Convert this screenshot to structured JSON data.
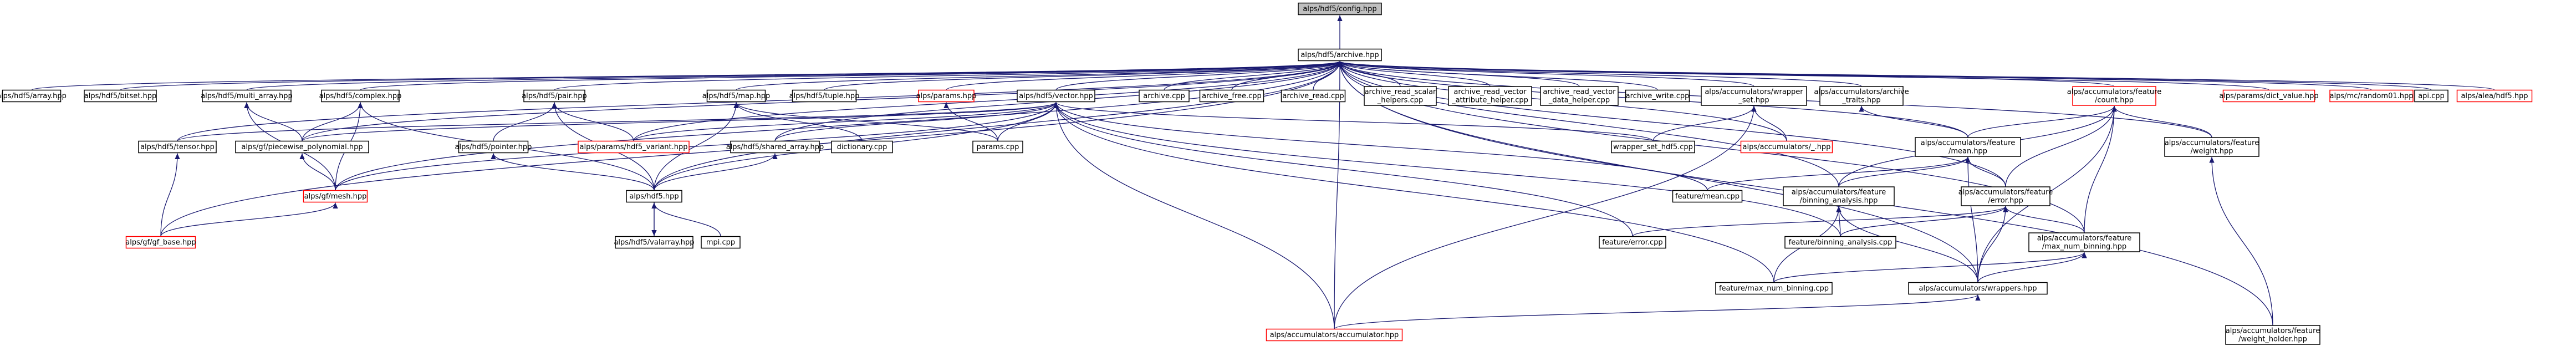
{
  "graph_title": "",
  "edge_color": "#191970",
  "highlight_color": "#ff0000",
  "root_fill": "#bfbfbf",
  "nodes": [
    {
      "id": "config",
      "lines": [
        "alps/hdf5/config.hpp"
      ],
      "style": "root"
    },
    {
      "id": "archive",
      "lines": [
        "alps/hdf5/archive.hpp"
      ],
      "style": "normal"
    },
    {
      "id": "array",
      "lines": [
        "alps/hdf5/array.hpp"
      ],
      "style": "normal"
    },
    {
      "id": "bitset",
      "lines": [
        "alps/hdf5/bitset.hpp"
      ],
      "style": "normal"
    },
    {
      "id": "multi_array",
      "lines": [
        "alps/hdf5/multi_array.hpp"
      ],
      "style": "normal"
    },
    {
      "id": "complex",
      "lines": [
        "alps/hdf5/complex.hpp"
      ],
      "style": "normal"
    },
    {
      "id": "pair",
      "lines": [
        "alps/hdf5/pair.hpp"
      ],
      "style": "normal"
    },
    {
      "id": "map",
      "lines": [
        "alps/hdf5/map.hpp"
      ],
      "style": "normal"
    },
    {
      "id": "tuple",
      "lines": [
        "alps/hdf5/tuple.hpp"
      ],
      "style": "normal"
    },
    {
      "id": "params",
      "lines": [
        "alps/params.hpp"
      ],
      "style": "red"
    },
    {
      "id": "vector",
      "lines": [
        "alps/hdf5/vector.hpp"
      ],
      "style": "normal"
    },
    {
      "id": "archive_cpp",
      "lines": [
        "archive.cpp"
      ],
      "style": "normal"
    },
    {
      "id": "archive_free",
      "lines": [
        "archive_free.cpp"
      ],
      "style": "normal"
    },
    {
      "id": "archive_read",
      "lines": [
        "archive_read.cpp"
      ],
      "style": "normal"
    },
    {
      "id": "archive_read_scalar",
      "lines": [
        "archive_read_scalar",
        "_helpers.cpp"
      ],
      "style": "normal"
    },
    {
      "id": "archive_read_vector_attr",
      "lines": [
        "archive_read_vector",
        "_attribute_helper.cpp"
      ],
      "style": "normal"
    },
    {
      "id": "archive_read_vector_data",
      "lines": [
        "archive_read_vector",
        "_data_helper.cpp"
      ],
      "style": "normal"
    },
    {
      "id": "archive_write",
      "lines": [
        "archive_write.cpp"
      ],
      "style": "normal"
    },
    {
      "id": "acc_wrapper_set",
      "lines": [
        "alps/accumulators/wrapper",
        "_set.hpp"
      ],
      "style": "normal"
    },
    {
      "id": "acc_archive_traits",
      "lines": [
        "alps/accumulators/archive",
        "_traits.hpp"
      ],
      "style": "normal"
    },
    {
      "id": "acc_feature_count",
      "lines": [
        "alps/accumulators/feature",
        "/count.hpp"
      ],
      "style": "red"
    },
    {
      "id": "dict_value",
      "lines": [
        "alps/params/dict_value.hpp"
      ],
      "style": "red"
    },
    {
      "id": "mc_random01",
      "lines": [
        "alps/mc/random01.hpp"
      ],
      "style": "red"
    },
    {
      "id": "api_cpp",
      "lines": [
        "api.cpp"
      ],
      "style": "normal"
    },
    {
      "id": "alea_hdf5",
      "lines": [
        "alps/alea/hdf5.hpp"
      ],
      "style": "red"
    },
    {
      "id": "tensor",
      "lines": [
        "alps/hdf5/tensor.hpp"
      ],
      "style": "normal"
    },
    {
      "id": "piecewise_polynomial",
      "lines": [
        "alps/gf/piecewise_polynomial.hpp"
      ],
      "style": "normal"
    },
    {
      "id": "hdf5_pointer",
      "lines": [
        "alps/hdf5/pointer.hpp"
      ],
      "style": "normal"
    },
    {
      "id": "params_hdf5_variant",
      "lines": [
        "alps/params/hdf5_variant.hpp"
      ],
      "style": "red"
    },
    {
      "id": "shared_array",
      "lines": [
        "alps/hdf5/shared_array.hpp"
      ],
      "style": "normal"
    },
    {
      "id": "dictionary_cpp",
      "lines": [
        "dictionary.cpp"
      ],
      "style": "normal"
    },
    {
      "id": "params_cpp",
      "lines": [
        "params.cpp"
      ],
      "style": "normal"
    },
    {
      "id": "wrapper_set_hdf5",
      "lines": [
        "wrapper_set_hdf5.cpp"
      ],
      "style": "normal"
    },
    {
      "id": "acc_underscore",
      "lines": [
        "alps/accumulators/_.hpp"
      ],
      "style": "red"
    },
    {
      "id": "acc_feature_mean",
      "lines": [
        "alps/accumulators/feature",
        "/mean.hpp"
      ],
      "style": "normal"
    },
    {
      "id": "acc_feature_weight",
      "lines": [
        "alps/accumulators/feature",
        "/weight.hpp"
      ],
      "style": "normal"
    },
    {
      "id": "gf_mesh",
      "lines": [
        "alps/gf/mesh.hpp"
      ],
      "style": "red"
    },
    {
      "id": "hdf5_hpp",
      "lines": [
        "alps/hdf5.hpp"
      ],
      "style": "normal"
    },
    {
      "id": "feature_mean_cpp",
      "lines": [
        "feature/mean.cpp"
      ],
      "style": "normal"
    },
    {
      "id": "acc_binning_analysis",
      "lines": [
        "alps/accumulators/feature",
        "/binning_analysis.hpp"
      ],
      "style": "normal"
    },
    {
      "id": "acc_feature_error",
      "lines": [
        "alps/accumulators/feature",
        "/error.hpp"
      ],
      "style": "normal"
    },
    {
      "id": "gf_base",
      "lines": [
        "alps/gf/gf_base.hpp"
      ],
      "style": "red"
    },
    {
      "id": "valarray",
      "lines": [
        "alps/hdf5/valarray.hpp"
      ],
      "style": "normal"
    },
    {
      "id": "mpi_cpp",
      "lines": [
        "mpi.cpp"
      ],
      "style": "normal"
    },
    {
      "id": "feature_error_cpp",
      "lines": [
        "feature/error.cpp"
      ],
      "style": "normal"
    },
    {
      "id": "feature_binning_cpp",
      "lines": [
        "feature/binning_analysis.cpp"
      ],
      "style": "normal"
    },
    {
      "id": "acc_max_num_binning",
      "lines": [
        "alps/accumulators/feature",
        "/max_num_binning.hpp"
      ],
      "style": "normal"
    },
    {
      "id": "feature_max_num_binning_cpp",
      "lines": [
        "feature/max_num_binning.cpp"
      ],
      "style": "normal"
    },
    {
      "id": "acc_wrappers",
      "lines": [
        "alps/accumulators/wrappers.hpp"
      ],
      "style": "normal"
    },
    {
      "id": "acc_accumulator",
      "lines": [
        "alps/accumulators/accumulator.hpp"
      ],
      "style": "red"
    },
    {
      "id": "acc_weight_holder",
      "lines": [
        "alps/accumulators/feature",
        "/weight_holder.hpp"
      ],
      "style": "normal"
    }
  ],
  "edges": [
    [
      "archive",
      "config"
    ],
    [
      "array",
      "archive"
    ],
    [
      "bitset",
      "archive"
    ],
    [
      "multi_array",
      "archive"
    ],
    [
      "complex",
      "archive"
    ],
    [
      "pair",
      "archive"
    ],
    [
      "map",
      "archive"
    ],
    [
      "tuple",
      "archive"
    ],
    [
      "params",
      "archive"
    ],
    [
      "vector",
      "archive"
    ],
    [
      "archive_cpp",
      "archive"
    ],
    [
      "archive_free",
      "archive"
    ],
    [
      "archive_read",
      "archive"
    ],
    [
      "archive_read_scalar",
      "archive"
    ],
    [
      "archive_read_vector_attr",
      "archive"
    ],
    [
      "archive_read_vector_data",
      "archive"
    ],
    [
      "archive_write",
      "archive"
    ],
    [
      "acc_wrapper_set",
      "archive"
    ],
    [
      "acc_archive_traits",
      "archive"
    ],
    [
      "acc_feature_count",
      "archive"
    ],
    [
      "dict_value",
      "archive"
    ],
    [
      "mc_random01",
      "archive"
    ],
    [
      "api_cpp",
      "archive"
    ],
    [
      "alea_hdf5",
      "archive"
    ],
    [
      "tensor",
      "archive"
    ],
    [
      "piecewise_polynomial",
      "archive"
    ],
    [
      "gf_mesh",
      "archive"
    ],
    [
      "gf_base",
      "archive"
    ],
    [
      "hdf5_hpp",
      "archive"
    ],
    [
      "params_hdf5_variant",
      "archive"
    ],
    [
      "shared_array",
      "archive"
    ],
    [
      "acc_underscore",
      "archive"
    ],
    [
      "acc_feature_mean",
      "archive"
    ],
    [
      "acc_feature_weight",
      "archive"
    ],
    [
      "acc_accumulator",
      "archive"
    ],
    [
      "acc_weight_holder",
      "archive"
    ],
    [
      "acc_max_num_binning",
      "archive"
    ],
    [
      "acc_feature_error",
      "archive"
    ],
    [
      "acc_binning_analysis",
      "archive"
    ],
    [
      "acc_wrappers",
      "archive"
    ],
    [
      "piecewise_polynomial",
      "multi_array"
    ],
    [
      "gf_mesh",
      "multi_array"
    ],
    [
      "piecewise_polynomial",
      "complex"
    ],
    [
      "gf_mesh",
      "complex"
    ],
    [
      "hdf5_hpp",
      "complex"
    ],
    [
      "hdf5_pointer",
      "pair"
    ],
    [
      "params_hdf5_variant",
      "pair"
    ],
    [
      "hdf5_hpp",
      "pair"
    ],
    [
      "dictionary_cpp",
      "map"
    ],
    [
      "params_cpp",
      "map"
    ],
    [
      "hdf5_hpp",
      "map"
    ],
    [
      "params_cpp",
      "params"
    ],
    [
      "tensor",
      "vector"
    ],
    [
      "piecewise_polynomial",
      "vector"
    ],
    [
      "params_hdf5_variant",
      "vector"
    ],
    [
      "shared_array",
      "vector"
    ],
    [
      "params_cpp",
      "vector"
    ],
    [
      "wrapper_set_hdf5",
      "vector"
    ],
    [
      "gf_mesh",
      "vector"
    ],
    [
      "hdf5_hpp",
      "vector"
    ],
    [
      "feature_mean_cpp",
      "vector"
    ],
    [
      "feature_error_cpp",
      "vector"
    ],
    [
      "feature_binning_cpp",
      "vector"
    ],
    [
      "feature_max_num_binning_cpp",
      "vector"
    ],
    [
      "acc_accumulator",
      "vector"
    ],
    [
      "wrapper_set_hdf5",
      "acc_wrapper_set"
    ],
    [
      "acc_underscore",
      "acc_wrapper_set"
    ],
    [
      "acc_accumulator",
      "acc_wrapper_set"
    ],
    [
      "acc_feature_mean",
      "acc_archive_traits"
    ],
    [
      "acc_feature_mean",
      "acc_feature_count"
    ],
    [
      "acc_feature_weight",
      "acc_feature_count"
    ],
    [
      "acc_binning_analysis",
      "acc_feature_count"
    ],
    [
      "acc_feature_error",
      "acc_feature_count"
    ],
    [
      "acc_max_num_binning",
      "acc_feature_count"
    ],
    [
      "acc_wrappers",
      "acc_feature_count"
    ],
    [
      "gf_base",
      "tensor"
    ],
    [
      "gf_mesh",
      "piecewise_polynomial"
    ],
    [
      "hdf5_hpp",
      "hdf5_pointer"
    ],
    [
      "hdf5_hpp",
      "shared_array"
    ],
    [
      "gf_base",
      "gf_mesh"
    ],
    [
      "valarray",
      "hdf5_hpp"
    ],
    [
      "hdf5_hpp",
      "valarray"
    ],
    [
      "mpi_cpp",
      "hdf5_hpp"
    ],
    [
      "feature_mean_cpp",
      "acc_feature_mean"
    ],
    [
      "acc_binning_analysis",
      "acc_feature_mean"
    ],
    [
      "acc_feature_error",
      "acc_feature_mean"
    ],
    [
      "acc_wrappers",
      "acc_feature_mean"
    ],
    [
      "acc_weight_holder",
      "acc_feature_weight"
    ],
    [
      "feature_binning_cpp",
      "acc_binning_analysis"
    ],
    [
      "feature_max_num_binning_cpp",
      "acc_binning_analysis"
    ],
    [
      "acc_wrappers",
      "acc_binning_analysis"
    ],
    [
      "feature_error_cpp",
      "acc_feature_error"
    ],
    [
      "feature_binning_cpp",
      "acc_feature_error"
    ],
    [
      "acc_max_num_binning",
      "acc_feature_error"
    ],
    [
      "acc_wrappers",
      "acc_feature_error"
    ],
    [
      "feature_max_num_binning_cpp",
      "acc_max_num_binning"
    ],
    [
      "acc_wrappers",
      "acc_max_num_binning"
    ],
    [
      "acc_accumulator",
      "acc_wrappers"
    ]
  ]
}
